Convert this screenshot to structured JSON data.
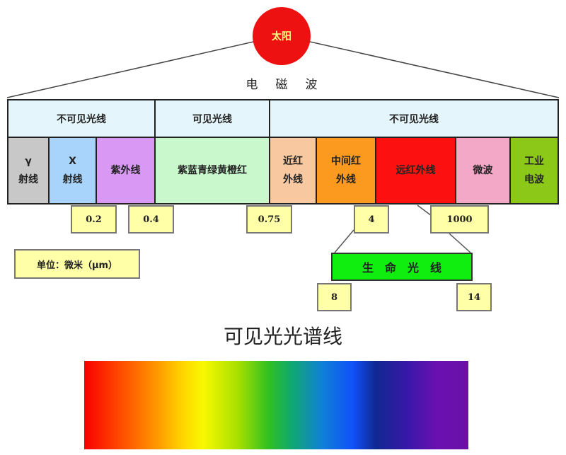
{
  "sun": "太阳",
  "em_label": "电　磁　波",
  "groups": [
    "不可见光线",
    "可见光线",
    "不可见光线"
  ],
  "bands": [
    {
      "l1": "γ",
      "l2": "射线",
      "color": "#c8c8c8"
    },
    {
      "l1": "X",
      "l2": "射线",
      "color": "#a8d4fc"
    },
    {
      "l1": "紫外线",
      "color": "#d898f4"
    },
    {
      "l1": "紫蓝青绿黄橙红",
      "color": "#c8f8cc"
    },
    {
      "l1": "近红",
      "l2": "外线",
      "color": "#f8c8a0"
    },
    {
      "l1": "中间红",
      "l2": "外线",
      "color": "#fc9a20"
    },
    {
      "l1": "远红外线",
      "color": "#fc1010"
    },
    {
      "l1": "微波",
      "color": "#f4a8c8"
    },
    {
      "l1": "工业",
      "l2": "电波",
      "color": "#8cc818"
    }
  ],
  "values": [
    "0.2",
    "0.4",
    "0.75",
    "4",
    "1000",
    "8",
    "14"
  ],
  "unit": "单位：微米（μm）",
  "life": "生　命　光　线",
  "spectrum_title": "可见光光谱线",
  "colors": {
    "sun": "#ee1111",
    "group_bg": "#e4f6fc",
    "life": "#10ee10",
    "value_bg": "#ffffa8"
  }
}
